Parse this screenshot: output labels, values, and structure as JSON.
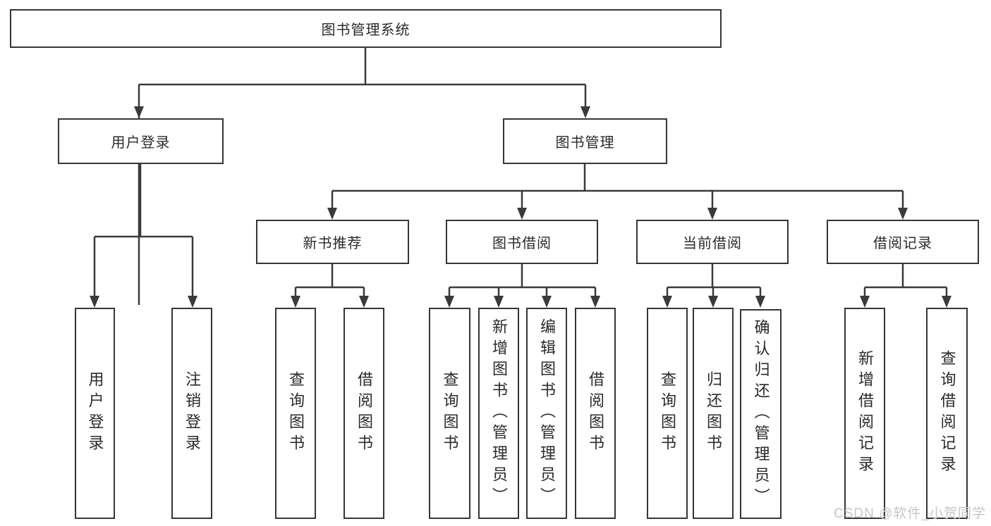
{
  "diagram_title": "图书管理系统",
  "tree": {
    "label": "图书管理系统",
    "children": [
      {
        "label": "用户登录",
        "children": [
          {
            "label": "用户登录"
          },
          {
            "label": "注销登录"
          }
        ]
      },
      {
        "label": "图书管理",
        "children": [
          {
            "label": "新书推荐",
            "children": [
              {
                "label": "查询图书"
              },
              {
                "label": "借阅图书"
              }
            ]
          },
          {
            "label": "图书借阅",
            "children": [
              {
                "label": "查询图书"
              },
              {
                "label": "新增图书（管理员）"
              },
              {
                "label": "编辑图书（管理员）"
              },
              {
                "label": "借阅图书"
              }
            ]
          },
          {
            "label": "当前借阅",
            "children": [
              {
                "label": "查询图书"
              },
              {
                "label": "归还图书"
              },
              {
                "label": "确认归还（管理员）"
              }
            ]
          },
          {
            "label": "借阅记录",
            "children": [
              {
                "label": "新增借阅记录"
              },
              {
                "label": "查询借阅记录"
              }
            ]
          }
        ]
      }
    ]
  },
  "watermark": {
    "text": "CSDN @软件_小贺同学",
    "color": "#c3c6cb"
  },
  "colors": {
    "line": "#3a3a3a",
    "box_border": "#363636",
    "text": "#2a2a2a",
    "background": "#ffffff"
  }
}
